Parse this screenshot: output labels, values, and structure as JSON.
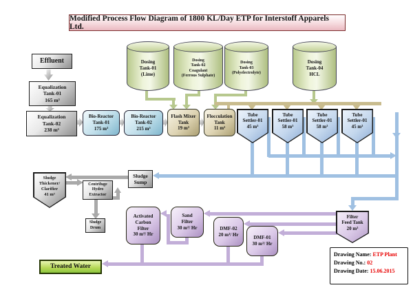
{
  "title": "Modified Process Flow Diagram of 1800 KL/Day ETP for Interstoff Apparels Ltd.",
  "nodes": {
    "effluent": "Effluent",
    "eq_tank_01": "Equalization\nTank-01\n165 m³",
    "eq_tank_02": "Equalization\nTank-02\n238 m³",
    "bio_reactor_01": "Bio-Reactor\nTank-01\n175 m³",
    "bio_reactor_02": "Bio-Reactor\nTank-02\n215 m³",
    "flash_mixer": "Flash Mixer\nTank\n19 m³",
    "flocculation": "Flocculation\nTank\n11 m³",
    "dosing_tank_01": "Dosing\nTank-01\n(Lime)",
    "dosing_tank_02": "Dosing\nTank-02\nCoagulant\n(Ferrous Sulphate)",
    "dosing_tank_03": "Dosing\nTank-03\n(Polyelectrolyte)",
    "dosing_tank_04": "Dosing\nTank-04\nHCL",
    "tube_settler_1": "Tube\nSettler-01\n45 m³",
    "tube_settler_2": "Tube\nSettler-01\n58 m³",
    "tube_settler_3": "Tube\nSettler-01\n58 m³",
    "tube_settler_4": "Tube\nSettler-01\n45 m³",
    "sludge_sump": "Sludge\nSump",
    "sludge_thickener": "Sludge\nThickener/\nClarifier\n41 m³",
    "centrifuge": "Centrifuge\nHydro\nExtractor",
    "sludge_drum": "Sludge\nDrum",
    "filter_feed_tank": "Filter\nFeed Tank\n20 m³",
    "activated_carbon_filter": "Activated\nCarbon\nFilter\n30 m³/ Hr",
    "sand_filter": "Sand\nFilter\n30 m³/ Hr",
    "dmf_02": "DMF-02\n20 m³/ Hr",
    "dmf_01": "DMF-01\n30 m³/ Hr",
    "treated_water": "Treated Water"
  },
  "info_box": {
    "name_label": "Drawing Name:",
    "name_value": "ETP Plant",
    "no_label": "Drawing No.:",
    "no_value": "02",
    "date_label": "Drawing Date:",
    "date_value": "15.06.2015"
  },
  "colors": {
    "pipe_green": "#b7c88e",
    "pipe_tan": "#c9bc8e",
    "pipe_blue": "#9fc0e2",
    "pipe_gray": "#a9a9a9",
    "pipe_purple": "#c2aed8",
    "value_red": "#e80000",
    "title_bg_pink": "#eab9c1"
  }
}
